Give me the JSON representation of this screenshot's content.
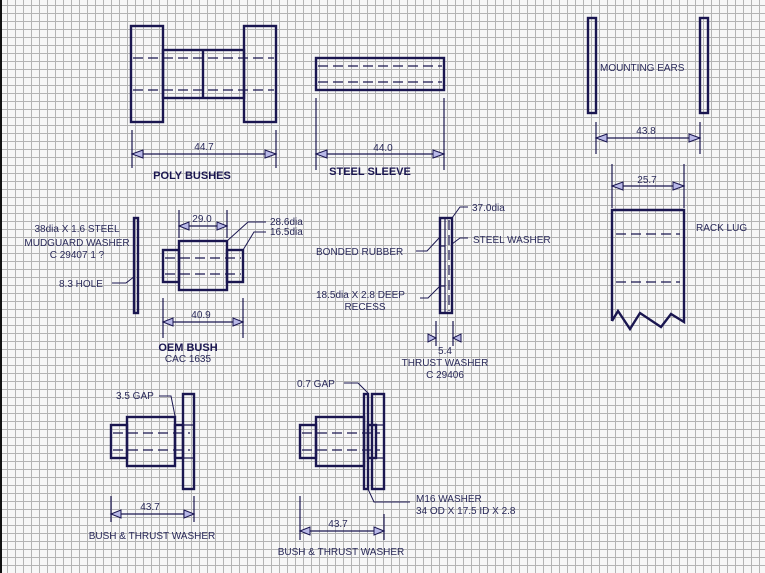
{
  "drawing": {
    "colors": {
      "ink": "#1a1650",
      "arrow_fill": "#b9b9e8",
      "grid": "#b4b4b4",
      "paper": "#f7f7f7"
    },
    "poly_bushes": {
      "title": "POLY BUSHES",
      "dimension": "44.7"
    },
    "steel_sleeve": {
      "title": "STEEL SLEEVE",
      "dimension": "44.0"
    },
    "mounting_ears": {
      "label": "MOUNTING EARS",
      "dimension_outer": "43.8",
      "dimension_inner": "25.7"
    },
    "rack_lug": {
      "label": "RACK LUG"
    },
    "mudguard_washer": {
      "line1": "38dia  X 1.6 STEEL",
      "line2": "MUDGUARD WASHER",
      "line3": "C 29407 1 ?",
      "hole": "8.3 HOLE"
    },
    "oem_bush": {
      "title": "OEM BUSH",
      "part": "CAC 1635",
      "dim_center": "29.0",
      "dim_outer_dia": "28.6dia",
      "dim_inner_dia": "16.5dia",
      "dim_length": "40.9"
    },
    "thrust_washer": {
      "outer_dia": "37.0dia",
      "steel_washer": "STEEL WASHER",
      "bonded_rubber": "BONDED RUBBER",
      "recess_line1": "18.5dia X 2.8 DEEP",
      "recess_line2": "RECESS",
      "thickness": "5.4",
      "title": "THRUST WASHER",
      "part": "C 29406"
    },
    "assembly_1": {
      "gap": "3.5 GAP",
      "dimension": "43.7",
      "title": "BUSH & THRUST WASHER"
    },
    "assembly_2": {
      "gap": "0.7 GAP",
      "dimension": "43.7",
      "washer_line1": "M16 WASHER",
      "washer_line2": "34 OD X 17.5 ID X 2.8",
      "title": "BUSH & THRUST WASHER"
    }
  }
}
